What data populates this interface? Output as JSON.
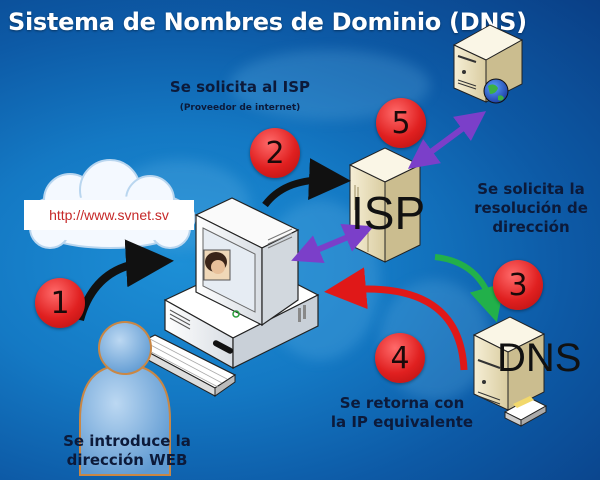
{
  "title": "Sistema de Nombres de Dominio (DNS)",
  "url_text": "http://www.svnet.sv",
  "steps": [
    {
      "number": "1",
      "caption_lines": [
        "Se introduce la",
        "dirección WEB"
      ]
    },
    {
      "number": "2",
      "caption_lines": [
        "Se solicita al ISP"
      ],
      "subcaption": "(Proveedor de internet)"
    },
    {
      "number": "3",
      "caption_lines": [
        "Se solicita la",
        "resolución de",
        "dirección"
      ]
    },
    {
      "number": "4",
      "caption_lines": [
        "Se retorna con",
        "la IP equivalente"
      ]
    },
    {
      "number": "5"
    }
  ],
  "nodes": {
    "isp_label": "ISP",
    "dns_label": "DNS"
  },
  "icons": {
    "user": "user-icon",
    "computer": "computer-icon",
    "keyboard": "keyboard-icon",
    "cloud": "cloud-icon",
    "isp_server": "server-icon",
    "dns_server": "server-icon",
    "web_server": "web-server-globe-icon"
  },
  "colors": {
    "badge": "#e02020",
    "arrow_black": "#111111",
    "arrow_purple": "#7b3fc9",
    "arrow_green": "#22b04a",
    "arrow_red": "#e01818",
    "caption_text": "#0c1a3a",
    "url_text": "#c62828"
  }
}
